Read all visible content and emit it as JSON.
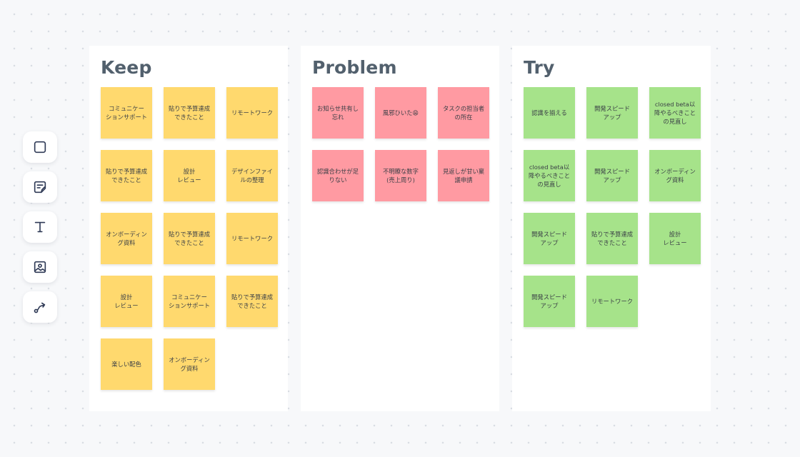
{
  "toolbar": {
    "tools": [
      {
        "name": "shape-tool",
        "icon": "square-icon"
      },
      {
        "name": "sticky-note-tool",
        "icon": "sticky-note-icon"
      },
      {
        "name": "text-tool",
        "icon": "text-icon"
      },
      {
        "name": "image-tool",
        "icon": "image-icon"
      },
      {
        "name": "connector-tool",
        "icon": "connector-icon"
      }
    ]
  },
  "colors": {
    "keep": "#ffd96e",
    "problem": "#ff9aa2",
    "try": "#a6e38a",
    "title": "#52606d"
  },
  "boards": [
    {
      "id": "keep",
      "title": "Keep",
      "notes": [
        "コミュニケー\nションサポート",
        "貼りで予算達成\nできたこと",
        "リモートワーク",
        "貼りで予算達成\nできたこと",
        "設計\nレビュー",
        "デザインファイ\nルの整理",
        "オンボーディン\nグ資料",
        "貼りで予算達成\nできたこと",
        "リモートワーク",
        "設計\nレビュー",
        "コミュニケー\nションサポート",
        "貼りで予算達成\nできたこと",
        "楽しい配色",
        "オンボーディン\nグ資料"
      ]
    },
    {
      "id": "problem",
      "title": "Problem",
      "notes": [
        "お知らせ共有し\n忘れ",
        "風邪ひいた😩",
        "タスクの担当者\nの所在",
        "認識合わせが足\nりない",
        "不明瞭な数字\n(売上周り)",
        "見返しが甘い稟\n議申請"
      ]
    },
    {
      "id": "try",
      "title": "Try",
      "notes": [
        "認識を揃える",
        "開発スピード\nアップ",
        "closed beta以\n降やるべきこと\nの見直し",
        "closed beta以\n降やるべきこと\nの見直し",
        "開発スピード\nアップ",
        "オンボーディン\nグ資料",
        "開発スピード\nアップ",
        "貼りで予算達成\nできたこと",
        "設計\nレビュー",
        "開発スピード\nアップ",
        "リモートワーク"
      ]
    }
  ]
}
